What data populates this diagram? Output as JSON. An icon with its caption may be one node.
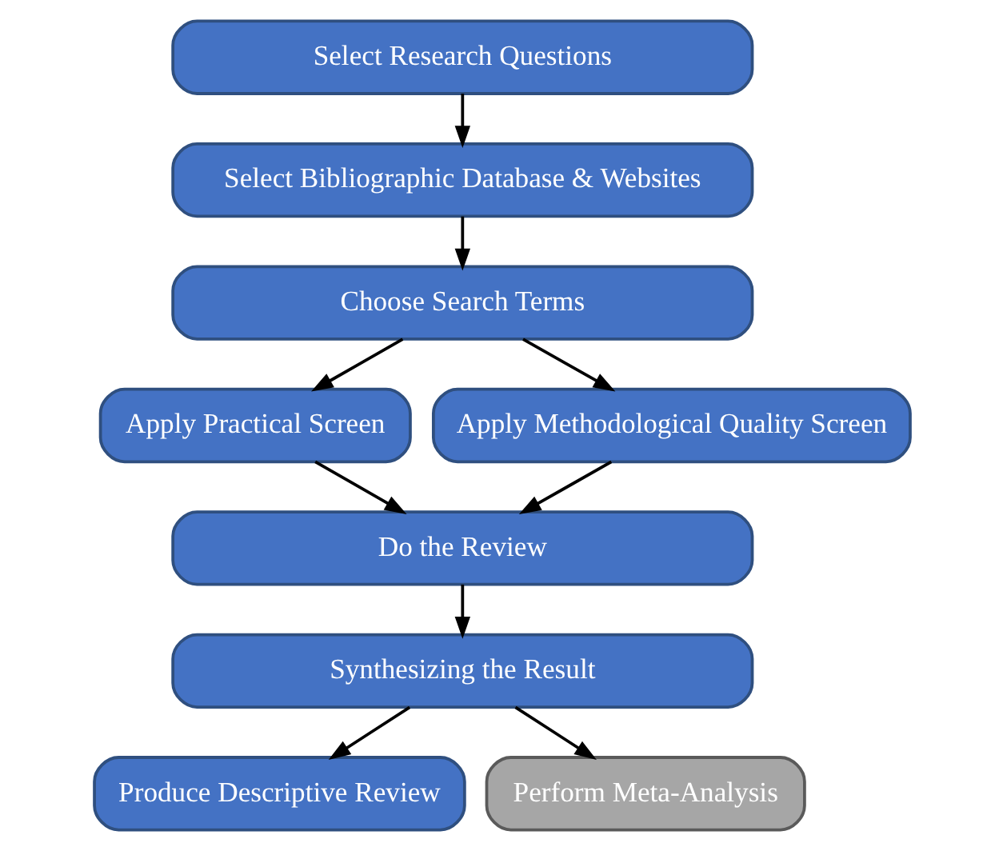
{
  "diagram": {
    "nodes": [
      {
        "text": [
          "Select Research Questions"
        ]
      },
      {
        "text": [
          "Select Bibliographic Database & Websites"
        ]
      },
      {
        "text": [
          "Choose Search Terms"
        ]
      },
      {
        "text": [
          "Apply Practical Screen"
        ]
      },
      {
        "text": [
          "Apply Methodological Quality Screen"
        ]
      },
      {
        "text": [
          "Do the Review"
        ]
      },
      {
        "text": [
          "Synthesizing the Result"
        ]
      },
      {
        "text": [
          "Produce Descriptive Review"
        ]
      },
      {
        "text": [
          "Perform Meta-Analysis"
        ]
      }
    ],
    "edges": [
      {
        "from": 0,
        "to": 1,
        "arrow": "to"
      },
      {
        "from": 1,
        "to": 2,
        "arrow": "to"
      },
      {
        "from": 2,
        "to": 3,
        "arrow": "to"
      },
      {
        "from": 2,
        "to": 4,
        "arrow": "to"
      },
      {
        "from": 3,
        "to": 5,
        "arrow": "to"
      },
      {
        "from": 4,
        "to": 5,
        "arrow": "to"
      },
      {
        "from": 5,
        "to": 6,
        "arrow": "to"
      },
      {
        "from": 6,
        "to": 7,
        "arrow": "to"
      },
      {
        "from": 6,
        "to": 8,
        "arrow": "to"
      }
    ]
  }
}
